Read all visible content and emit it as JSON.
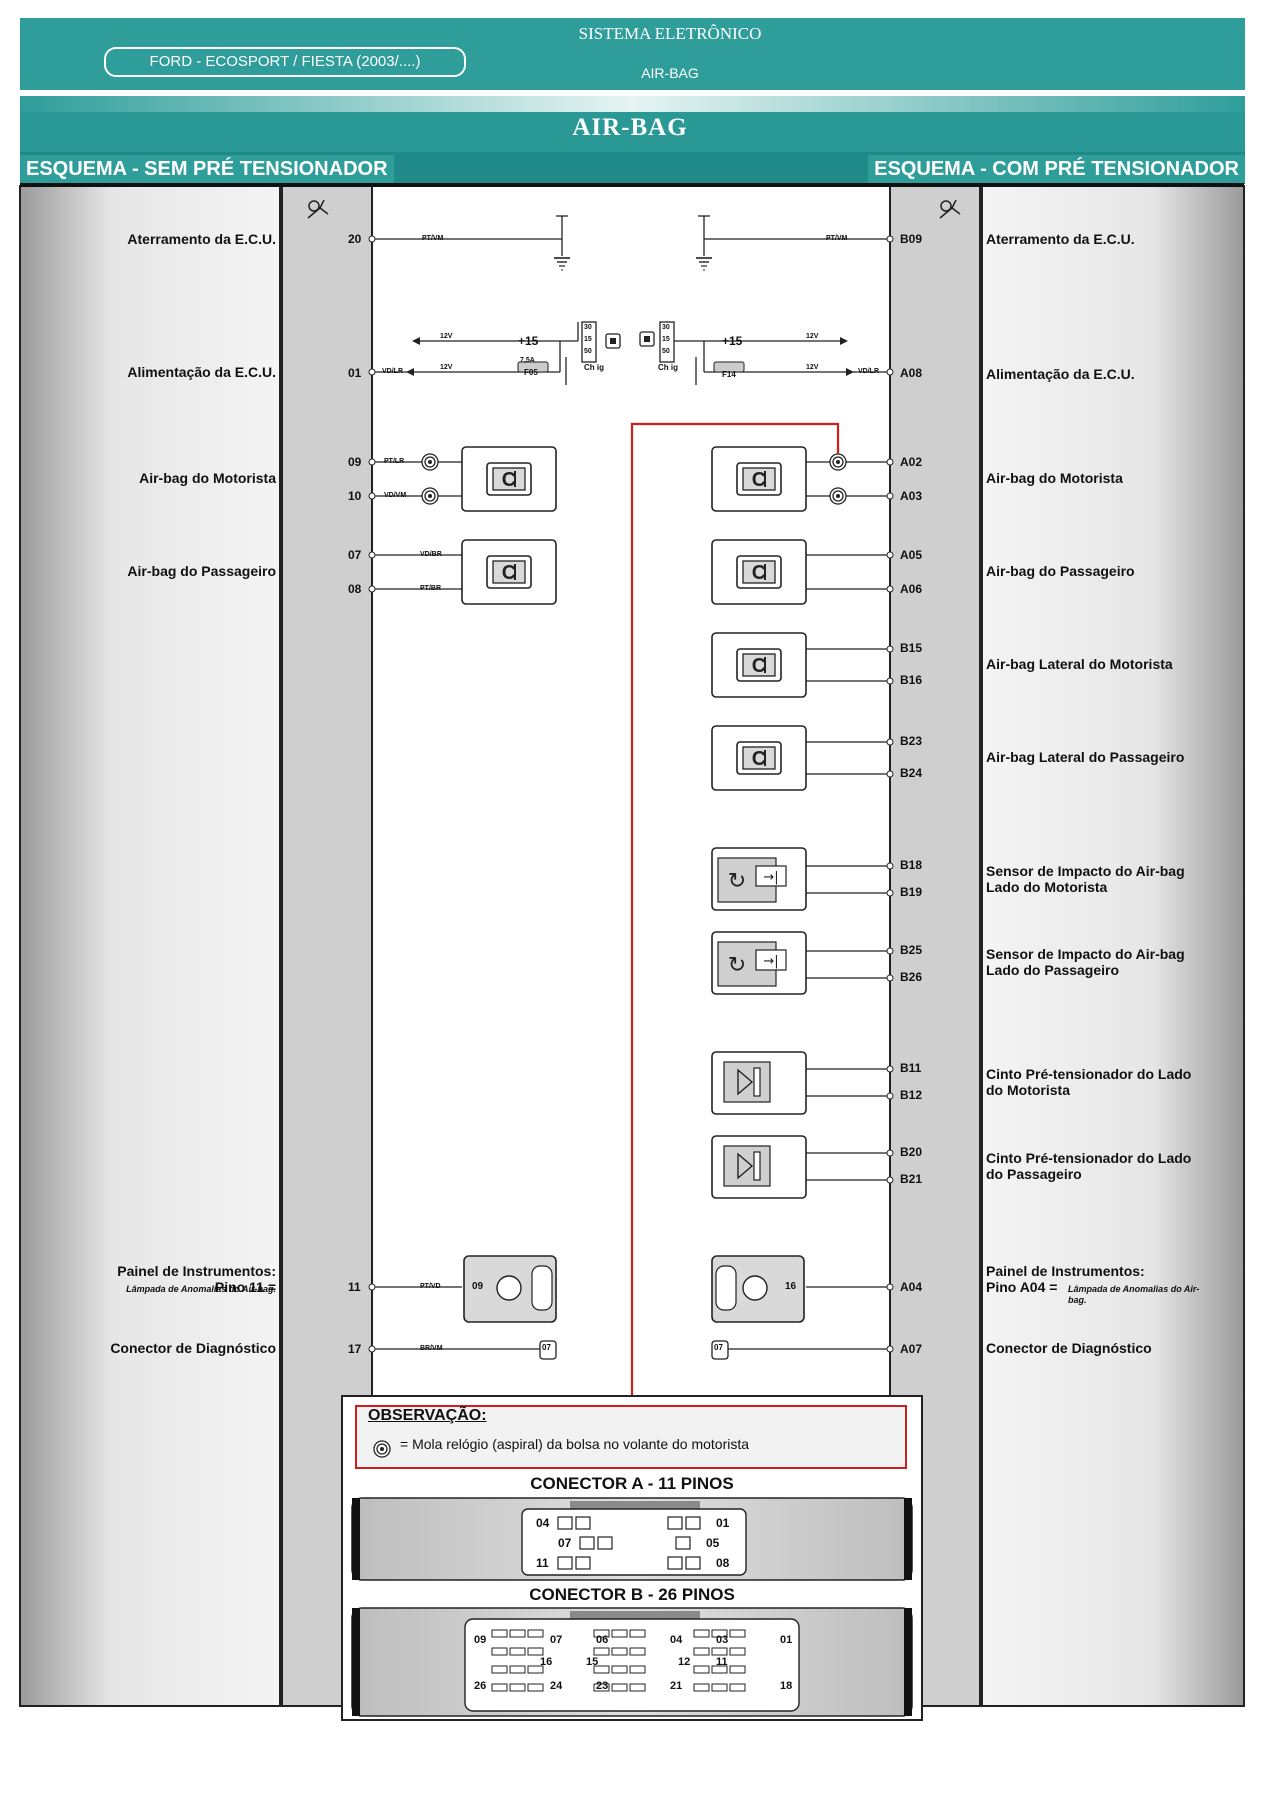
{
  "header": {
    "system": "SISTEMA ELETRÔNICO",
    "system_sub": "AIR-BAG",
    "model": "FORD - ECOSPORT / FIESTA (2003/....)",
    "title": "AIR-BAG",
    "left_scheme": "ESQUEMA - SEM PRÉ TENSIONADOR",
    "right_scheme": "ESQUEMA - COM PRÉ TENSIONADOR"
  },
  "left": {
    "labels": {
      "ground": "Aterramento da E.C.U.",
      "power": "Alimentação da E.C.U.",
      "driver": "Air-bag do Motorista",
      "passenger": "Air-bag do Passageiro",
      "panel_a": "Painel de Instrumentos:",
      "panel_b": "Pino 11 =",
      "panel_c": "Lâmpada de Anomalias do Air-bag.",
      "diag": "Conector de Diagnóstico"
    },
    "pins": {
      "p20": "20",
      "p01": "01",
      "p09": "09",
      "p10": "10",
      "p07": "07",
      "p08": "08",
      "p11": "11",
      "p17": "17"
    },
    "wires": {
      "w20": "PT/VM",
      "w01": "VD/LR",
      "w09": "PT/LR",
      "w10": "VD/VM",
      "w07": "VD/BR",
      "w08": "PT/BR",
      "w11": "PT/VD",
      "w17": "BR/VM"
    }
  },
  "right": {
    "labels": {
      "ground": "Aterramento da E.C.U.",
      "power": "Alimentação da E.C.U.",
      "driver": "Air-bag do Motorista",
      "passenger": "Air-bag do Passageiro",
      "side_driver": "Air-bag Lateral do Motorista",
      "side_passenger": "Air-bag Lateral do Passageiro",
      "sensor_driver_a": "Sensor de Impacto do Air-bag",
      "sensor_driver_b": "Lado do Motorista",
      "sensor_pass_a": "Sensor de Impacto do Air-bag",
      "sensor_pass_b": "Lado do Passageiro",
      "belt_driver_a": "Cinto Pré-tensionador do Lado",
      "belt_driver_b": "do Motorista",
      "belt_pass_a": "Cinto Pré-tensionador do Lado",
      "belt_pass_b": "do Passageiro",
      "panel_a": "Painel de Instrumentos:",
      "panel_b": "Pino A04 =",
      "panel_c": "Lâmpada de Anomalias do Air-bag.",
      "diag": "Conector de Diagnóstico"
    },
    "pins": {
      "b09": "B09",
      "a08": "A08",
      "a02": "A02",
      "a03": "A03",
      "a05": "A05",
      "a06": "A06",
      "b15": "B15",
      "b16": "B16",
      "b23": "B23",
      "b24": "B24",
      "b18": "B18",
      "b19": "B19",
      "b25": "B25",
      "b26": "B26",
      "b11": "B11",
      "b12": "B12",
      "b20": "B20",
      "b21": "B21",
      "a04": "A04",
      "a07": "A07"
    },
    "wires": {
      "w09": "PT/VM",
      "w08": "VD/LR"
    }
  },
  "power": {
    "v12": "12V",
    "plus15": "+15",
    "fuse_left": "F05",
    "fuse_left_amp": "7,5A",
    "fuse_right": "F14",
    "switch": "Ch ig",
    "sw_pins": [
      "30",
      "15",
      "50"
    ]
  },
  "panel_pins": {
    "left": "09",
    "right": "16"
  },
  "diag_pin": "07",
  "observation": {
    "title": "OBSERVAÇÃO:",
    "text": "= Mola relógio (aspiral) da bolsa no volante do motorista"
  },
  "connector_a": {
    "title": "CONECTOR A - 11 PINOS",
    "pins": [
      "04",
      "01",
      "07",
      "05",
      "11",
      "08"
    ]
  },
  "connector_b": {
    "title": "CONECTOR B - 26 PINOS",
    "pins": [
      "09",
      "07",
      "06",
      "04",
      "03",
      "01",
      "16",
      "15",
      "12",
      "11",
      "26",
      "24",
      "23",
      "21",
      "18"
    ]
  },
  "colors": {
    "teal": "#2f9e9b",
    "teal_dark": "#1f8a87",
    "red_wire": "#cc1f1f",
    "gray": "#cfcfcf"
  }
}
